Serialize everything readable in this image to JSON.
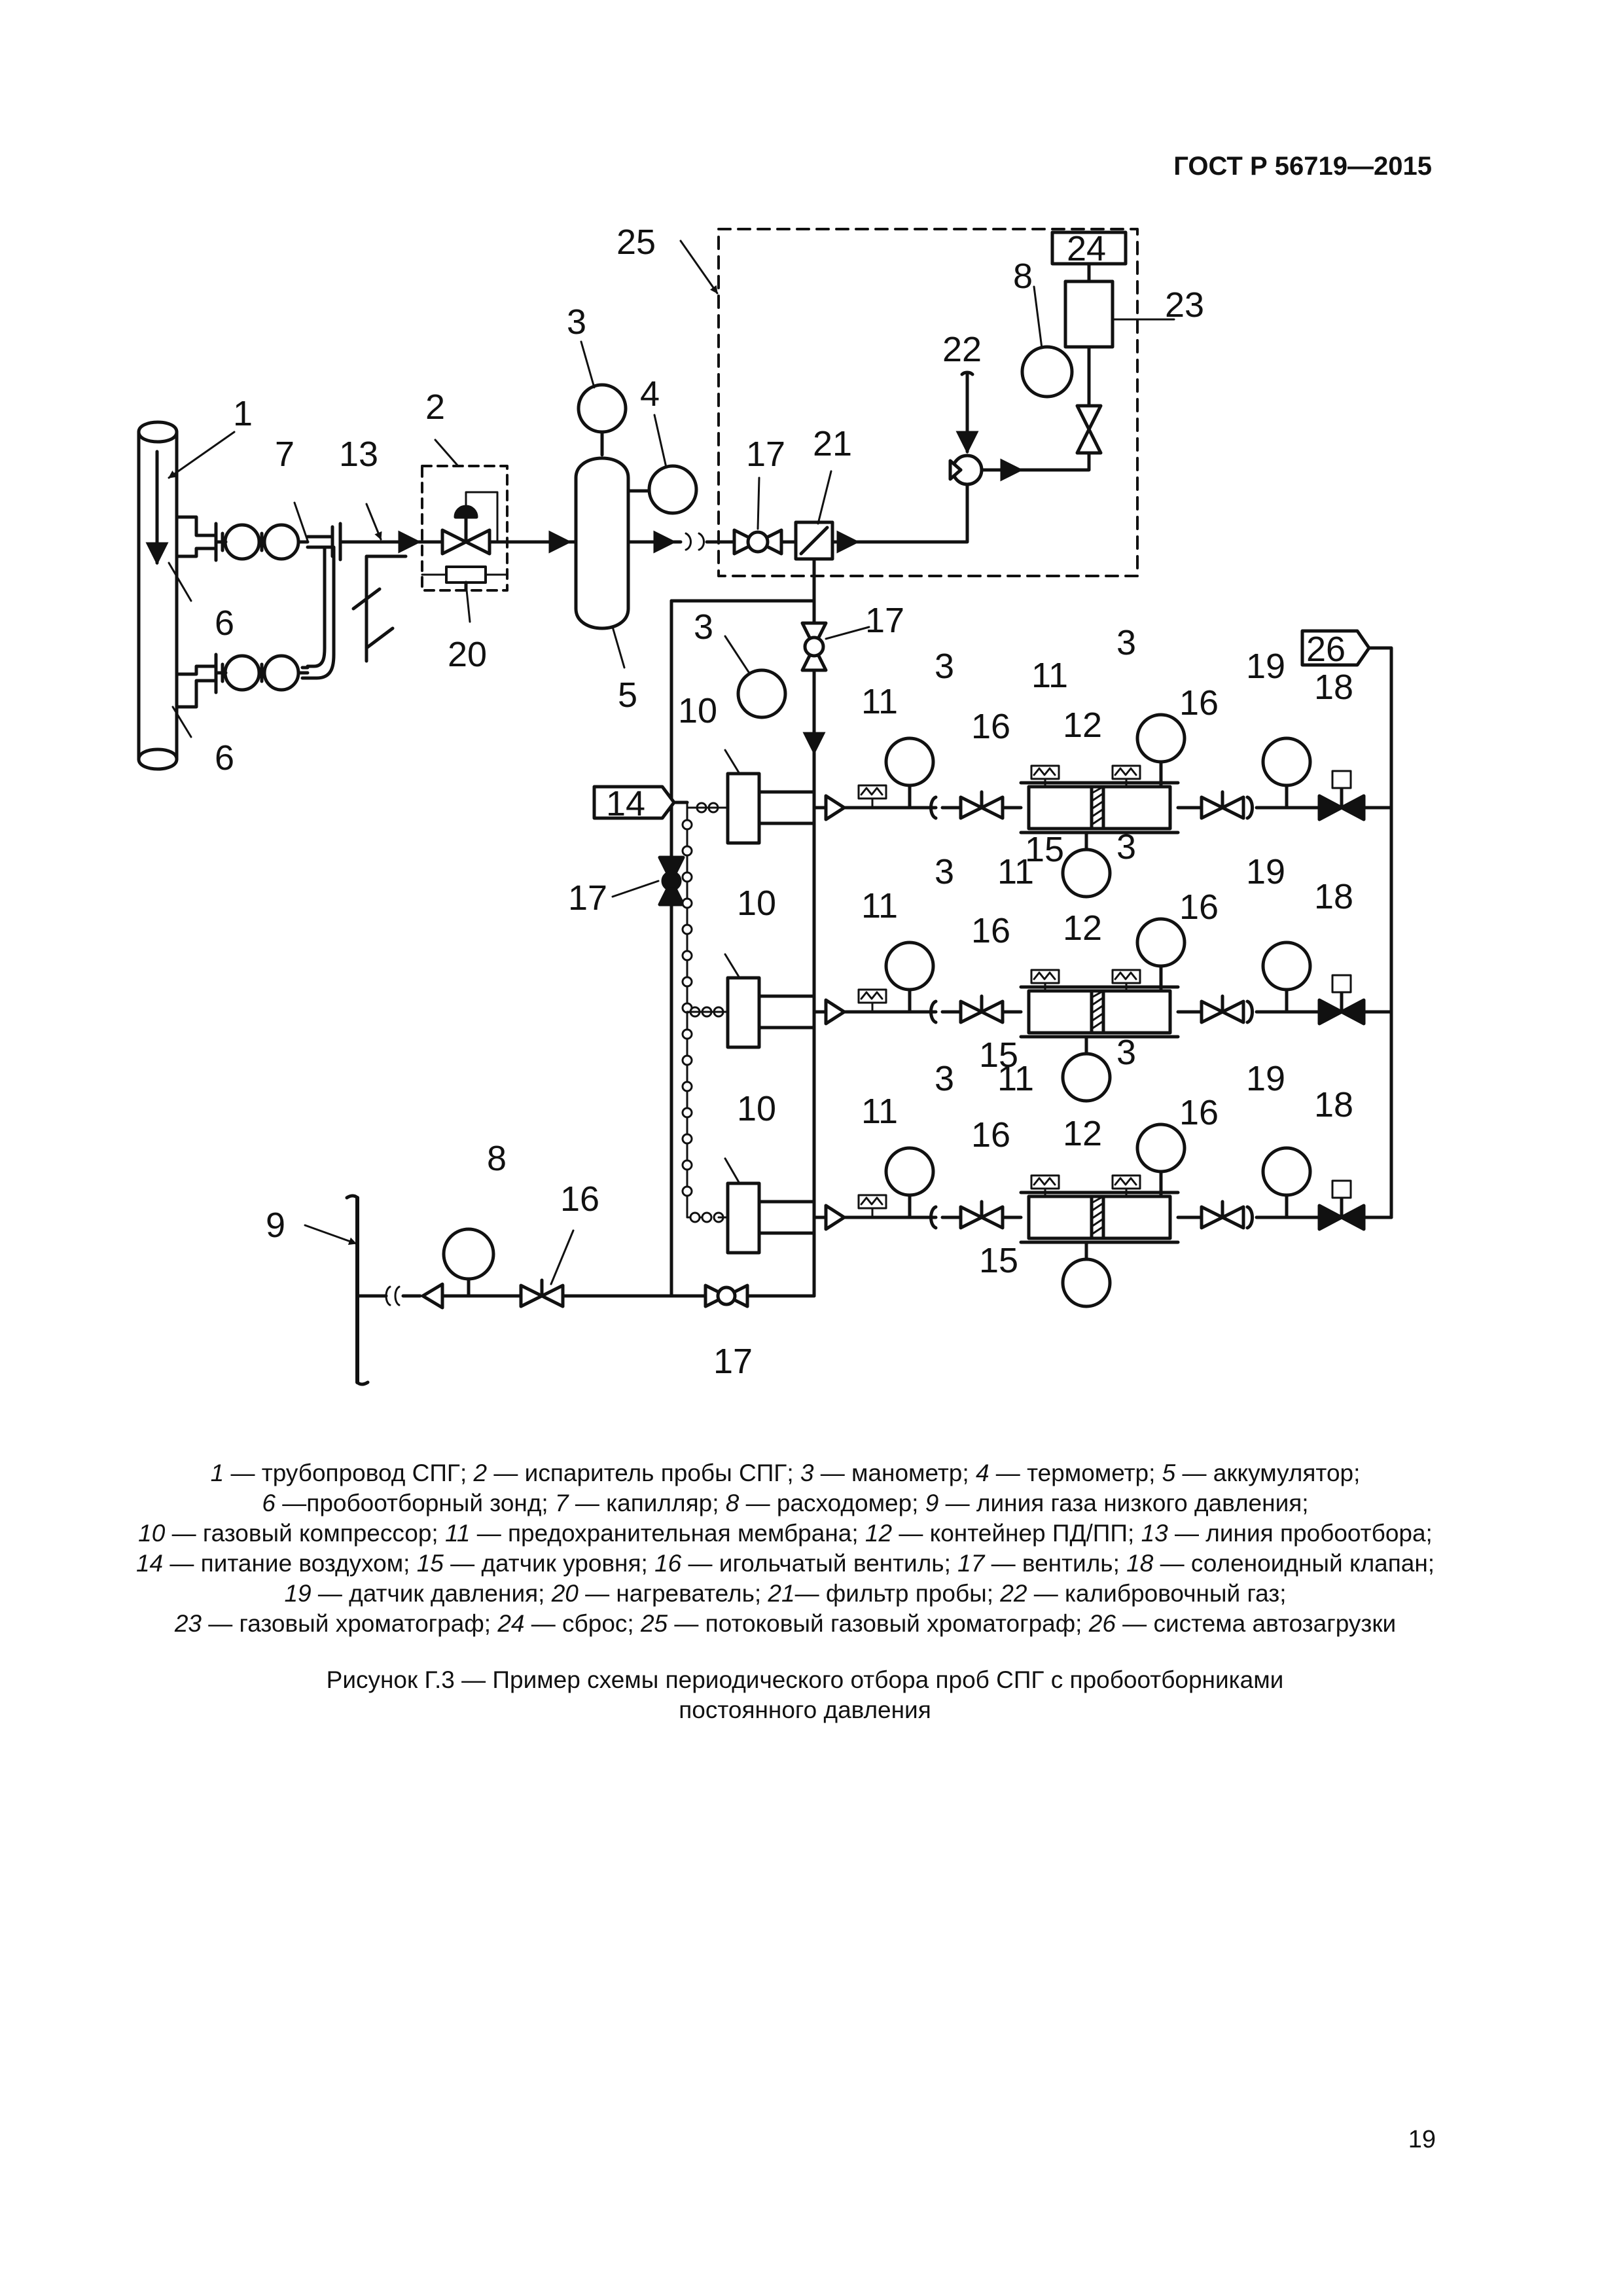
{
  "header": {
    "standard": "ГОСТ Р 56719—2015"
  },
  "diagram": {
    "labels": {
      "l1": "1",
      "l2": "2",
      "l3a": "3",
      "l3b": "3",
      "l3c": "3",
      "l3d": "3",
      "l3e": "3",
      "l3f": "3",
      "l3g": "3",
      "l3h": "3",
      "l4": "4",
      "l5": "5",
      "l6a": "6",
      "l6b": "6",
      "l7": "7",
      "l8a": "8",
      "l8b": "8",
      "l9": "9",
      "l10a": "10",
      "l10b": "10",
      "l10c": "10",
      "l11a": "11",
      "l11b": "11",
      "l11c": "11",
      "l11d": "11",
      "l11e": "11",
      "l11f": "11",
      "l12a": "12",
      "l12b": "12",
      "l12c": "12",
      "l13": "13",
      "l14": "14",
      "l15a": "15",
      "l15b": "15",
      "l15c": "15",
      "l16a": "16",
      "l16b": "16",
      "l16c": "16",
      "l16d": "16",
      "l16e": "16",
      "l16f": "16",
      "l16g": "16",
      "l17a": "17",
      "l17b": "17",
      "l17c": "17",
      "l17d": "17",
      "l18a": "18",
      "l18b": "18",
      "l18c": "18",
      "l19a": "19",
      "l19b": "19",
      "l19c": "19",
      "l20": "20",
      "l21": "21",
      "l22": "22",
      "l23": "23",
      "l24": "24",
      "l25": "25",
      "l26": "26"
    }
  },
  "legend": [
    {
      "num": "1",
      "text": " — трубопровод СПГ;"
    },
    {
      "num": "2",
      "text": " — испаритель пробы СПГ;"
    },
    {
      "num": "3",
      "text": " — манометр;"
    },
    {
      "num": "4",
      "text": " — термометр;"
    },
    {
      "num": "5",
      "text": " — аккумулятор;"
    },
    {
      "num": "6",
      "text": " —пробоотборный зонд;"
    },
    {
      "num": "7",
      "text": " — капилляр;"
    },
    {
      "num": "8",
      "text": " — расходомер;"
    },
    {
      "num": "9",
      "text": " — линия газа низкого давления;"
    },
    {
      "num": "10",
      "text": " — газовый компрессор;"
    },
    {
      "num": "11",
      "text": " — предохранительная мембрана;"
    },
    {
      "num": "12",
      "text": " — контейнер ПД/ПП;"
    },
    {
      "num": "13",
      "text": " — линия пробоотбора;"
    },
    {
      "num": "14",
      "text": " — питание воздухом;"
    },
    {
      "num": "15",
      "text": " — датчик уровня;"
    },
    {
      "num": "16",
      "text": " — игольчатый вентиль;"
    },
    {
      "num": "17",
      "text": " — вентиль;"
    },
    {
      "num": "18",
      "text": " — соленоидный клапан;"
    },
    {
      "num": "19",
      "text": " — датчик давления;"
    },
    {
      "num": "20",
      "text": " — нагреватель;"
    },
    {
      "num": "21",
      "text": "— фильтр пробы;"
    },
    {
      "num": "22",
      "text": " — калибровочный газ;"
    },
    {
      "num": "23",
      "text": " — газовый хроматограф;"
    },
    {
      "num": "24",
      "text": " — сброс;"
    },
    {
      "num": "25",
      "text": " — потоковый газовый хроматограф;"
    },
    {
      "num": "26",
      "text": " — система автозагрузки"
    }
  ],
  "caption": {
    "line1": "Рисунок Г.3 — Пример схемы периодического отбора проб СПГ с пробоотборниками",
    "line2": "постоянного давления"
  },
  "page_number": "19"
}
